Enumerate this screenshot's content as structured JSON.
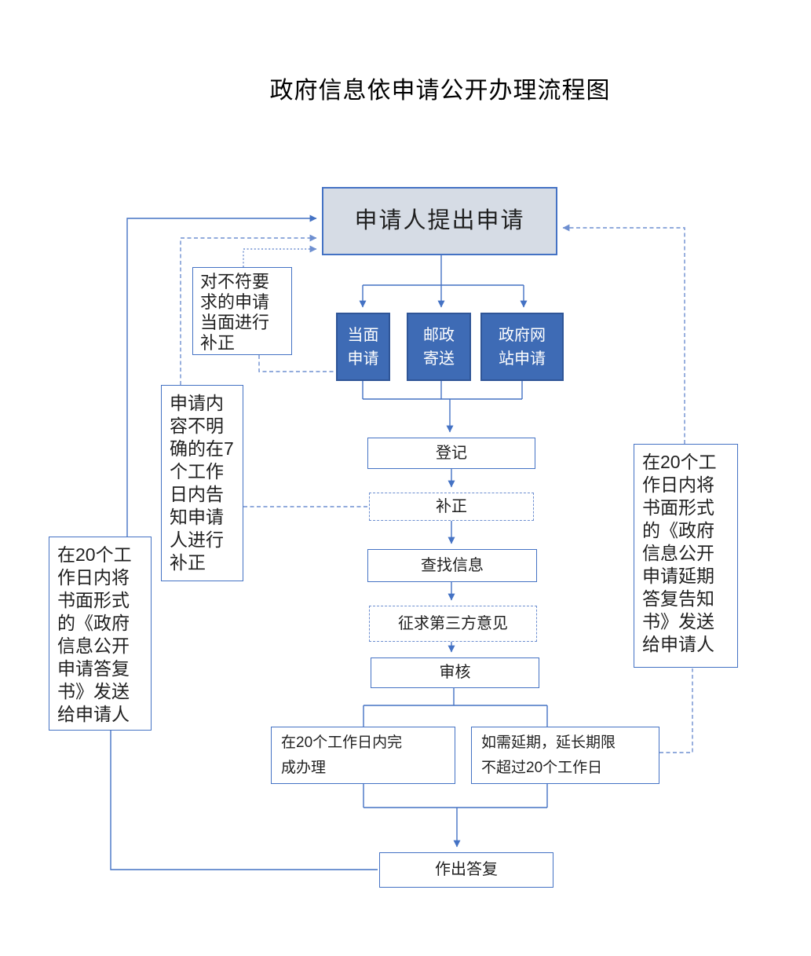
{
  "title": "政府信息依申请公开办理流程图",
  "colors": {
    "accent": "#4472C4",
    "dash_line": "#6E8FD0",
    "node_fill_blue": "#3E6BB5",
    "node_border_blue": "#2F5597",
    "node_fill_gray": "#D6DCE5",
    "text_dark": "#1F1F1F",
    "text_light": "#FFFFFF"
  },
  "nodes": {
    "apply": {
      "label": "申请人提出申请"
    },
    "in_person": {
      "label": "当面\n申请"
    },
    "postal": {
      "label": "邮政\n寄送"
    },
    "website": {
      "label": "政府网\n站申请"
    },
    "register": {
      "label": "登记"
    },
    "correction": {
      "label": "补正"
    },
    "search_info": {
      "label": "查找信息"
    },
    "third_party": {
      "label": "征求第三方意见"
    },
    "review": {
      "label": "审核"
    },
    "complete_20": {
      "label": "在20个工作日内完\n成办理"
    },
    "extension": {
      "label": "如需延期，延长期限\n不超过20个工作日"
    },
    "reply": {
      "label": "作出答复"
    },
    "onsite_fix": {
      "label": "对不符要\n求的申请\n当面进行\n补正"
    },
    "unclear_notify": {
      "label": "申请内\n容不明\n确的在7\n个工作\n日内告\n知申请\n人进行\n补正"
    },
    "send_reply_doc": {
      "label": "在20个工\n作日内将\n书面形式\n的《政府\n信息公开\n申请答复\n书》发送\n给申请人"
    },
    "send_extension_doc": {
      "label": "在20个工\n作日内将\n书面形式\n的《政府\n信息公开\n申请延期\n答复告知\n书》发送\n给申请人"
    }
  }
}
